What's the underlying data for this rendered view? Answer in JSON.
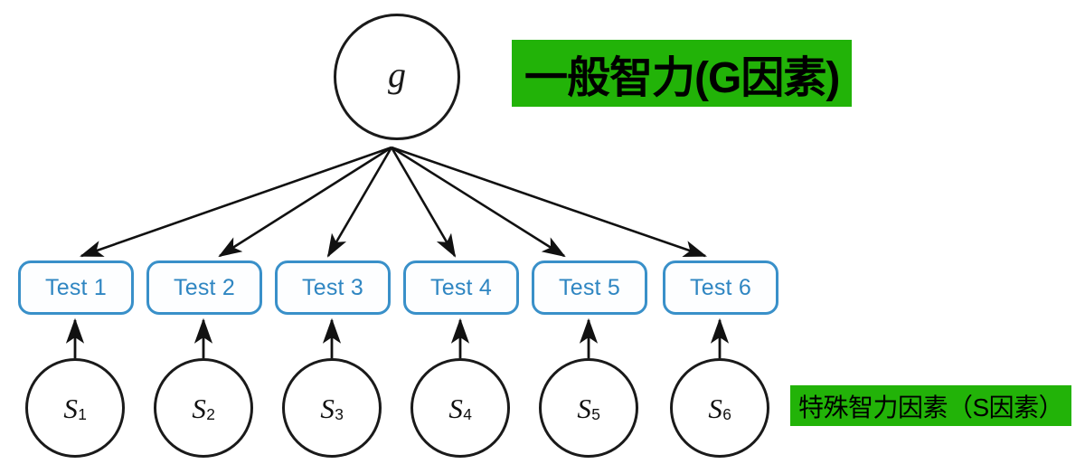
{
  "diagram": {
    "title_general": "一般智力(G因素)",
    "title_special": "特殊智力因素（S因素）",
    "general_factor": {
      "label": "g",
      "name": "general-intelligence-factor"
    },
    "tests": [
      {
        "label": "Test 1"
      },
      {
        "label": "Test 2"
      },
      {
        "label": "Test 3"
      },
      {
        "label": "Test 4"
      },
      {
        "label": "Test 5"
      },
      {
        "label": "Test 6"
      }
    ],
    "specific_factors": [
      {
        "base": "S",
        "sub": "1"
      },
      {
        "base": "S",
        "sub": "2"
      },
      {
        "base": "S",
        "sub": "3"
      },
      {
        "base": "S",
        "sub": "4"
      },
      {
        "base": "S",
        "sub": "5"
      },
      {
        "base": "S",
        "sub": "6"
      }
    ],
    "colors": {
      "highlight_green": "#22b308",
      "box_blue": "#3990c9",
      "text_blue": "#2f86c2",
      "stroke_black": "#1a1a1a",
      "background": "#ffffff"
    }
  }
}
